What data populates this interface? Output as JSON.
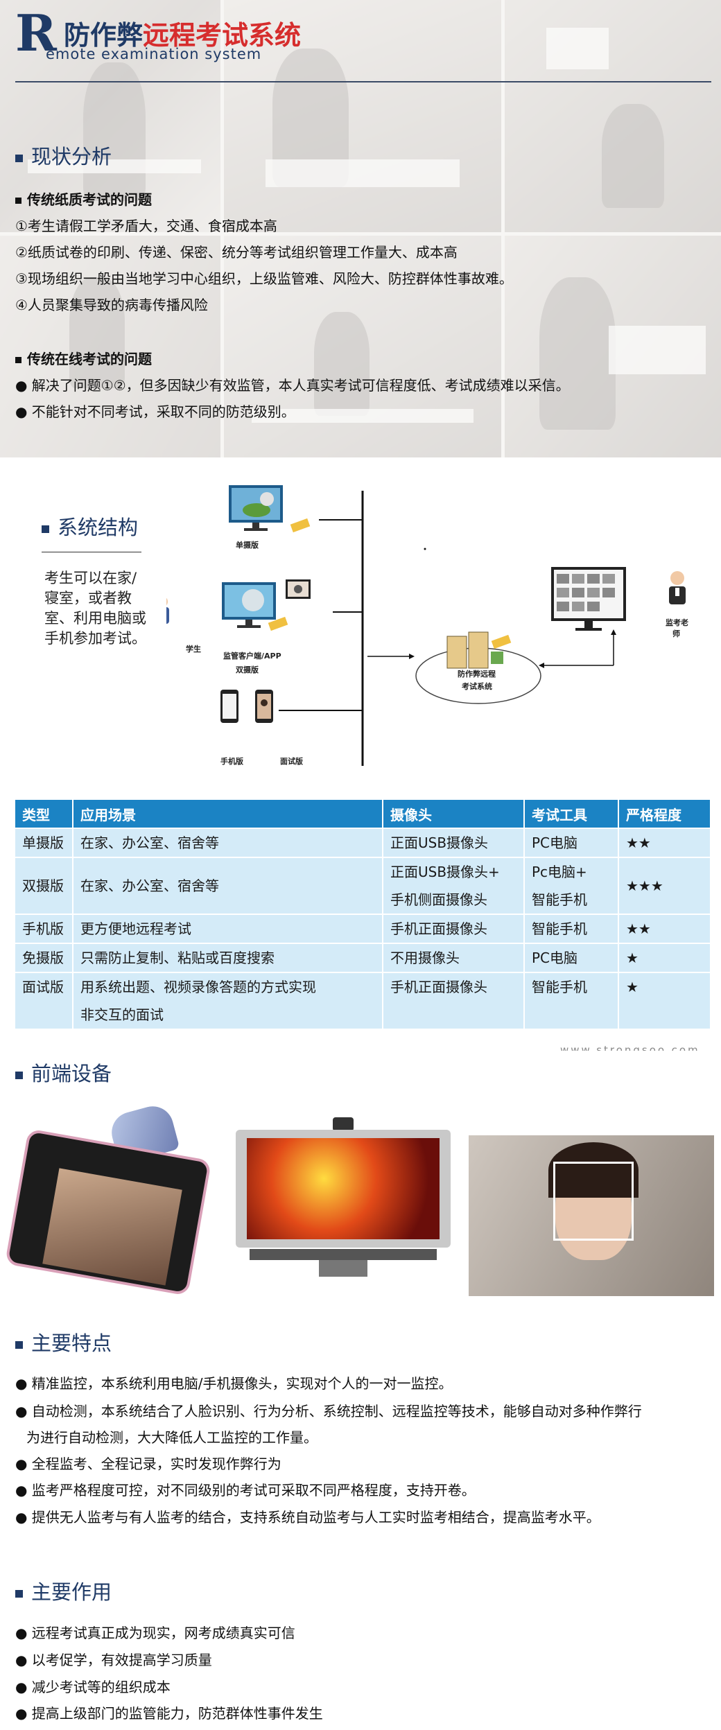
{
  "header": {
    "logo_letter": "R",
    "title_dark": "防作弊",
    "title_red": "远程考试系统",
    "subtitle": "emote examination system"
  },
  "status": {
    "heading": "现状分析",
    "paper": {
      "heading": "传统纸质考试的问题",
      "items": [
        "①考生请假工学矛盾大，交通、食宿成本高",
        "②纸质试卷的印刷、传递、保密、统分等考试组织管理工作量大、成本高",
        "③现场组织一般由当地学习中心组织，上级监管难、风险大、防控群体性事故难。",
        "④人员聚集导致的病毒传播风险"
      ]
    },
    "online": {
      "heading": "传统在线考试的问题",
      "items": [
        "● 解决了问题①②，但多因缺少有效监管，本人真实考试可信程度低、考试成绩难以采信。",
        "● 不能针对不同考试，采取不同的防范级别。"
      ]
    }
  },
  "structure": {
    "heading": "系统结构",
    "description": "考生可以在家/寝室，或者教室、利用电脑或手机参加考试。",
    "labels": {
      "single": "单摄版",
      "student": "学生",
      "client": "监管客户端/APP",
      "dual": "双摄版",
      "phone": "手机版",
      "interview": "面试版",
      "server_line1": "防作弊远程",
      "server_line2": "考试系统",
      "teacher_line1": "监考老",
      "teacher_line2": "师"
    }
  },
  "table": {
    "headers": [
      "类型",
      "应用场景",
      "摄像头",
      "考试工具",
      "严格程度"
    ],
    "rows": [
      {
        "type": "单摄版",
        "scene": [
          "在家、办公室、宿舍等"
        ],
        "camera": [
          "正面USB摄像头"
        ],
        "tool": [
          "PC电脑"
        ],
        "level": "★★"
      },
      {
        "type": "双摄版",
        "scene": [
          "在家、办公室、宿舍等"
        ],
        "camera": [
          "正面USB摄像头+",
          "手机侧面摄像头"
        ],
        "tool": [
          "Pc电脑+",
          "智能手机"
        ],
        "level": "★★★"
      },
      {
        "type": "手机版",
        "scene": [
          "更方便地远程考试"
        ],
        "camera": [
          "手机正面摄像头"
        ],
        "tool": [
          "智能手机"
        ],
        "level": "★★"
      },
      {
        "type": "免摄版",
        "scene": [
          "只需防止复制、粘贴或百度搜索"
        ],
        "camera": [
          "不用摄像头"
        ],
        "tool": [
          "PC电脑"
        ],
        "level": "★"
      },
      {
        "type": "面试版",
        "scene": [
          "用系统出题、视频录像答题的方式实现",
          "非交互的面试"
        ],
        "camera": [
          "手机正面摄像头"
        ],
        "tool": [
          "智能手机"
        ],
        "level": "★"
      }
    ]
  },
  "watermark": "www.strongsoo.com",
  "devices": {
    "heading": "前端设备"
  },
  "features": {
    "heading": "主要特点",
    "items": [
      "● 精准监控，本系统利用电脑/手机摄像头，实现对个人的一对一监控。",
      "● 自动检测，本系统结合了人脸识别、行为分析、系统控制、远程监控等技术，能够自动对多种作弊行",
      "为进行自动检测，大大降低人工监控的工作量。",
      "● 全程监考、全程记录，实时发现作弊行为",
      "● 监考严格程度可控，对不同级别的考试可采取不同严格程度，支持开卷。",
      "● 提供无人监考与有人监考的结合，支持系统自动监考与人工实时监考相结合，提高监考水平。"
    ]
  },
  "effects": {
    "heading": "主要作用",
    "items": [
      "● 远程考试真正成为现实，网考成绩真实可信",
      "● 以考促学，有效提高学习质量",
      "● 减少考试等的组织成本",
      "● 提高上级部门的监管能力，防范群体性事件发生"
    ]
  },
  "colors": {
    "navy": "#1f3a66",
    "red": "#d62d2d",
    "table_header": "#1b83c4",
    "table_row": "#d4ebf8"
  }
}
